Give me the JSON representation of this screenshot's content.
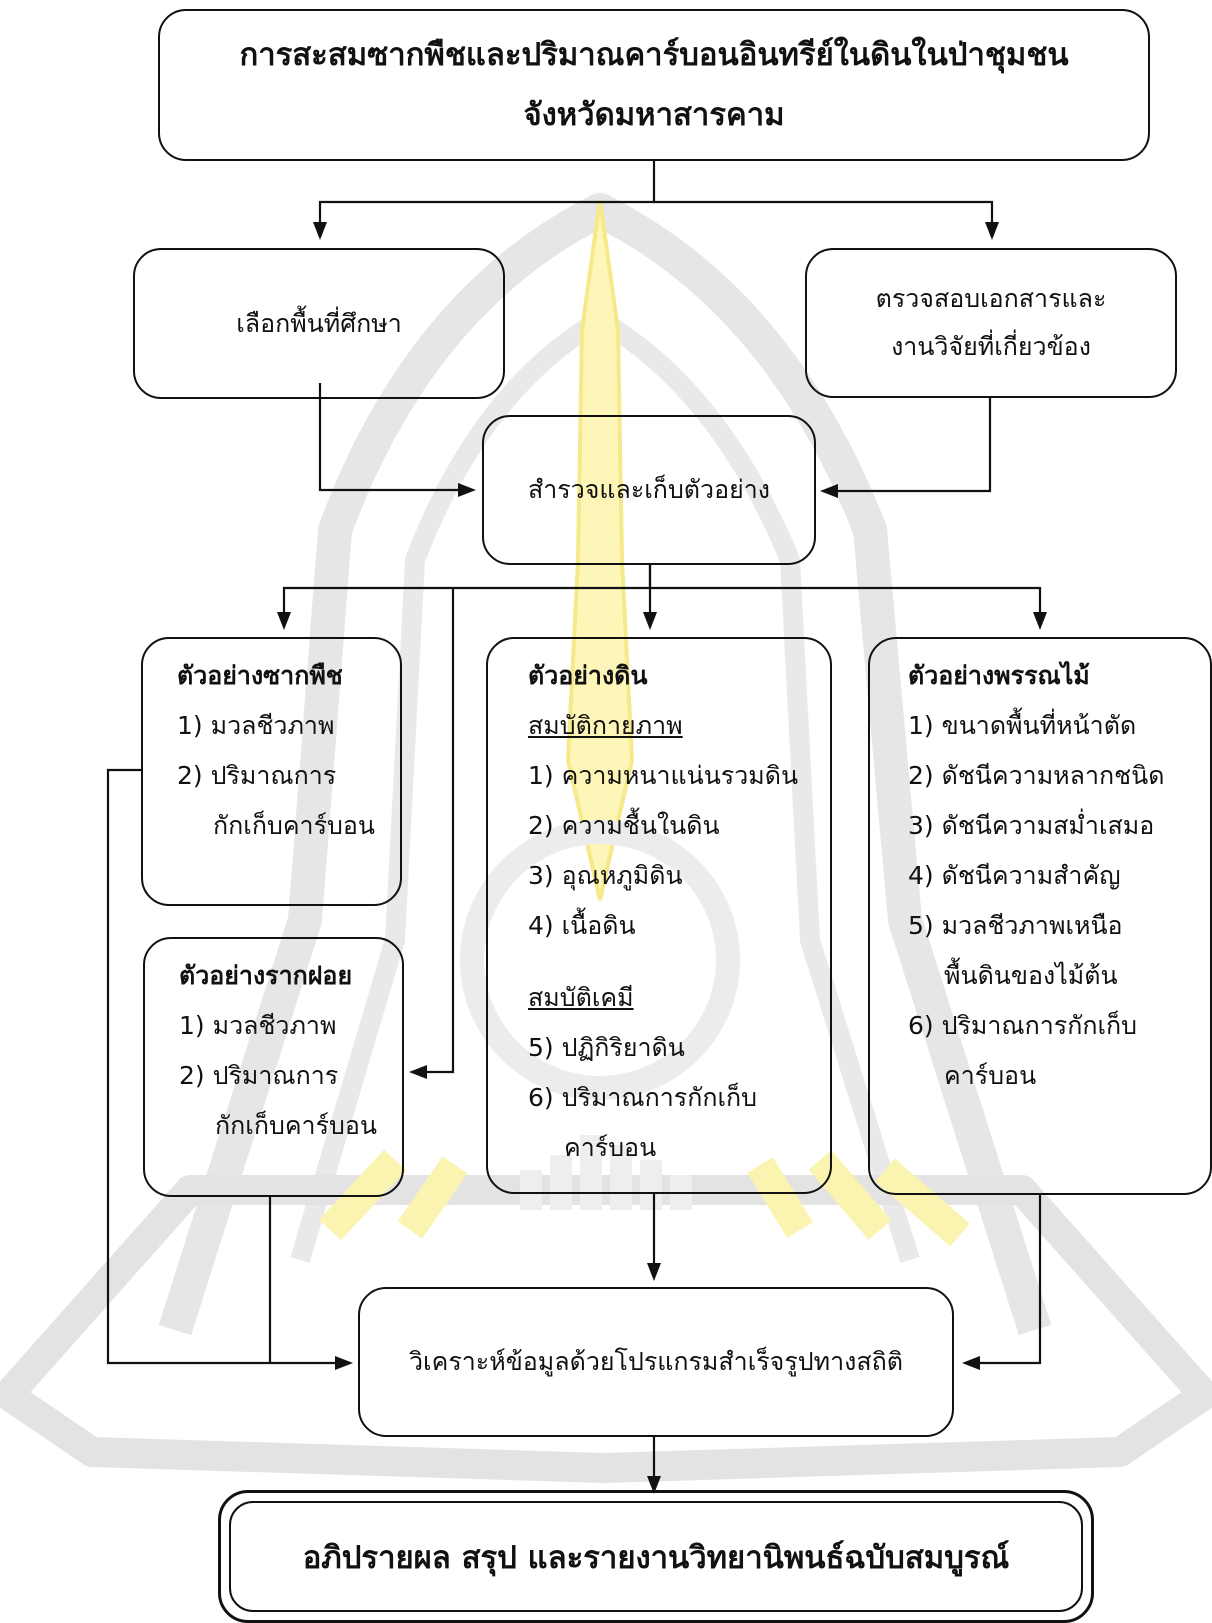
{
  "title": {
    "line1": "การสะสมซากพืชและปริมาณคาร์บอนอินทรีย์ในดินในป่าชุมชน",
    "line2": "จังหวัดมหาสารคาม"
  },
  "select_area": "เลือกพื้นที่ศึกษา",
  "literature": {
    "line1": "ตรวจสอบเอกสารและ",
    "line2": "งานวิจัยที่เกี่ยวข้อง"
  },
  "survey": "สำรวจและเก็บตัวอย่าง",
  "litter": {
    "heading": "ตัวอย่างซากพืช",
    "items": [
      "1) มวลชีวภาพ",
      "2) ปริมาณการ",
      "กักเก็บคาร์บอน"
    ]
  },
  "roots": {
    "heading": "ตัวอย่างรากฝอย",
    "items": [
      "1) มวลชีวภาพ",
      "2) ปริมาณการ",
      "กักเก็บคาร์บอน"
    ]
  },
  "soil": {
    "heading": "ตัวอย่างดิน",
    "physical_heading": "สมบัติกายภาพ",
    "physical_items": [
      "1) ความหนาแน่นรวมดิน",
      "2) ความชื้นในดิน",
      "3) อุณหภูมิดิน",
      "4) เนื้อดิน"
    ],
    "chemical_heading": "สมบัติเคมี",
    "chemical_items": [
      "5) ปฏิกิริยาดิน",
      "6) ปริมาณการกักเก็บ",
      "คาร์บอน"
    ]
  },
  "vegetation": {
    "heading": "ตัวอย่างพรรณไม้",
    "items": [
      "1) ขนาดพื้นที่หน้าตัด",
      "2) ดัชนีความหลากชนิด",
      "3) ดัชนีความสม่ำเสมอ",
      "4) ดัชนีความสำคัญ",
      "5) มวลชีวภาพเหนือ",
      "พื้นดินของไม้ต้น",
      "6) ปริมาณการกักเก็บ",
      "คาร์บอน"
    ]
  },
  "analysis": "วิเคราะห์ข้อมูลด้วยโปรแกรมสำเร็จรูปทางสถิติ",
  "conclusion": "อภิปรายผล สรุป และรายงานวิทยานิพนธ์ฉบับสมบูรณ์",
  "colors": {
    "line": "#111111",
    "watermark_gray": "#e3e3e3",
    "watermark_yellow": "#fdf6b8"
  }
}
